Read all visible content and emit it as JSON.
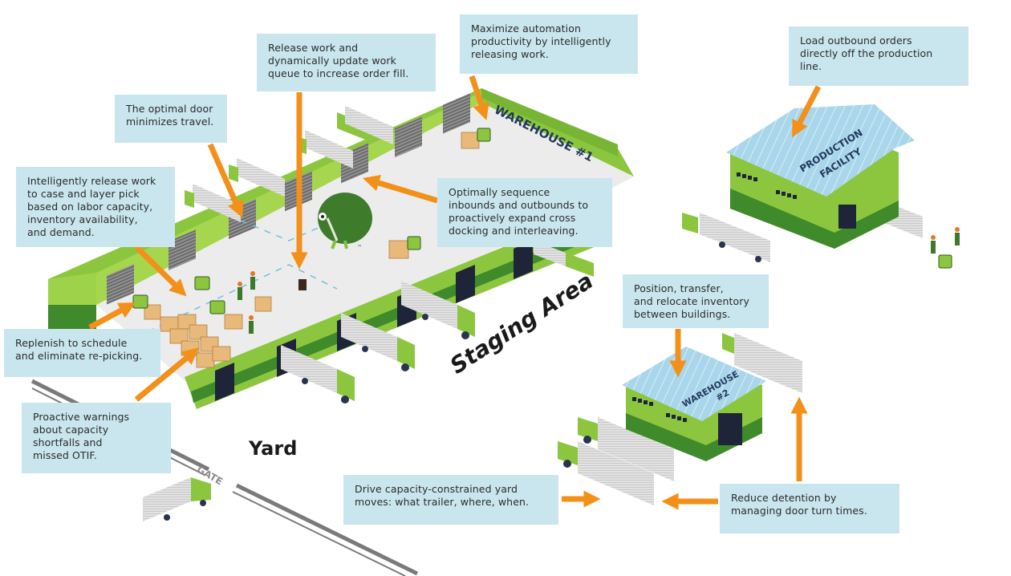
{
  "colors": {
    "callout_bg": "#c9e6ee",
    "arrow": "#f39019",
    "building_light_green": "#8cc63f",
    "building_dark_green": "#3f8a2a",
    "roof_blue": "#a9d6ea",
    "floor": "#ececec",
    "trailer": "#dcdcdc",
    "kiwi": "#3e7c2c"
  },
  "callouts": [
    {
      "id": "release-work",
      "text": "Release work and\ndynamically update work\nqueue to increase order fill."
    },
    {
      "id": "maximize-automation",
      "text": "Maximize automation\nproductivity by intelligently\nreleasing work."
    },
    {
      "id": "load-outbound",
      "text": "Load outbound orders\ndirectly off the production\nline."
    },
    {
      "id": "optimal-door",
      "text": "The optimal door\nminimizes travel."
    },
    {
      "id": "intelligent-release",
      "text": "Intelligently release work\nto case and layer pick\nbased on labor capacity,\ninventory availability,\nand demand."
    },
    {
      "id": "sequence-inbounds",
      "text": "Optimally sequence\ninbounds and outbounds to\nproactively expand cross\ndocking and interleaving."
    },
    {
      "id": "replenish",
      "text": "Replenish to schedule\nand eliminate re-picking."
    },
    {
      "id": "proactive-warnings",
      "text": "Proactive warnings\nabout capacity\nshortfalls and\nmissed OTIF."
    },
    {
      "id": "position-transfer",
      "text": "Position, transfer,\nand relocate inventory\nbetween buildings."
    },
    {
      "id": "drive-yard-moves",
      "text": "Drive capacity-constrained yard\nmoves: what trailer, where, when."
    },
    {
      "id": "reduce-detention",
      "text": "Reduce detention by\nmanaging door turn times."
    }
  ],
  "labels": {
    "warehouse1": "WAREHOUSE #1",
    "production_line1": "PRODUCTION",
    "production_line2": "FACILITY",
    "warehouse2_line1": "WAREHOUSE",
    "warehouse2_line2": "#2",
    "staging_area": "Staging Area",
    "yard": "Yard",
    "gate": "GATE",
    "kiwi_tm": "™"
  }
}
